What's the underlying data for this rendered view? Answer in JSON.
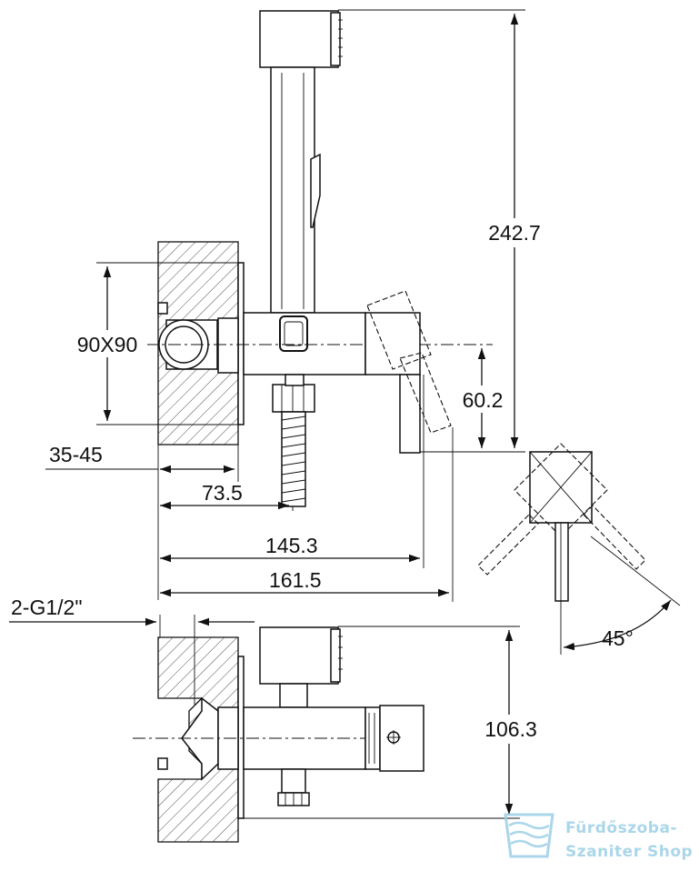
{
  "dimensions": {
    "height_total": "242.7",
    "plate_size": "90X90",
    "handle_offset": "60.2",
    "wall_depth": "35-45",
    "outlet_distance": "73.5",
    "projection": "145.3",
    "projection_total": "161.5",
    "thread": "2-G1/2\"",
    "rotation_angle": "45°",
    "side_height": "106.3"
  },
  "watermark": {
    "line1": "Fürdőszoba-",
    "line2": "Szaniter Shop",
    "icon": "water-glass-icon",
    "color": "#9ccfe6"
  }
}
